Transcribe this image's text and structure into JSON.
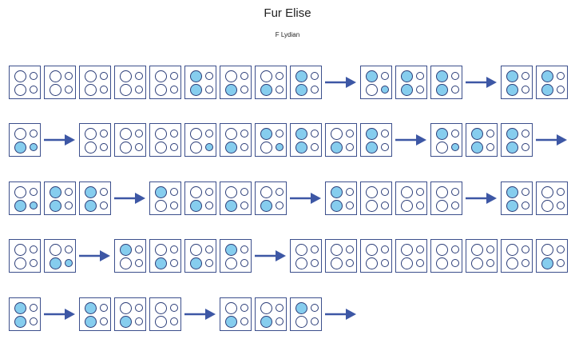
{
  "title": "Fur Elise",
  "subtitle": "F Lydian",
  "colors": {
    "filled": "#86cdee",
    "outline": "#2b3d78",
    "arrow": "#3d57a5"
  },
  "rows": [
    {
      "items": [
        {
          "type": "cell",
          "dots": [
            0,
            0,
            0,
            0
          ]
        },
        {
          "type": "cell",
          "dots": [
            0,
            0,
            0,
            0
          ]
        },
        {
          "type": "cell",
          "dots": [
            0,
            0,
            0,
            0
          ]
        },
        {
          "type": "cell",
          "dots": [
            0,
            0,
            0,
            0
          ]
        },
        {
          "type": "cell",
          "dots": [
            0,
            0,
            0,
            0
          ]
        },
        {
          "type": "cell",
          "dots": [
            1,
            0,
            1,
            0
          ]
        },
        {
          "type": "cell",
          "dots": [
            0,
            0,
            1,
            0
          ]
        },
        {
          "type": "cell",
          "dots": [
            0,
            0,
            1,
            0
          ]
        },
        {
          "type": "cell",
          "dots": [
            1,
            0,
            1,
            0
          ]
        },
        {
          "type": "arrow"
        },
        {
          "type": "cell",
          "dots": [
            1,
            0,
            0,
            1
          ]
        },
        {
          "type": "cell",
          "dots": [
            1,
            0,
            1,
            0
          ]
        },
        {
          "type": "cell",
          "dots": [
            1,
            0,
            1,
            0
          ]
        },
        {
          "type": "arrow"
        },
        {
          "type": "cell",
          "dots": [
            1,
            0,
            1,
            0
          ]
        },
        {
          "type": "cell",
          "dots": [
            1,
            0,
            1,
            0
          ]
        }
      ]
    },
    {
      "items": [
        {
          "type": "cell",
          "dots": [
            0,
            0,
            1,
            1
          ]
        },
        {
          "type": "arrow"
        },
        {
          "type": "cell",
          "dots": [
            0,
            0,
            0,
            0
          ]
        },
        {
          "type": "cell",
          "dots": [
            0,
            0,
            0,
            0
          ]
        },
        {
          "type": "cell",
          "dots": [
            0,
            0,
            0,
            0
          ]
        },
        {
          "type": "cell",
          "dots": [
            0,
            0,
            0,
            1
          ]
        },
        {
          "type": "cell",
          "dots": [
            0,
            0,
            1,
            0
          ]
        },
        {
          "type": "cell",
          "dots": [
            1,
            0,
            0,
            1
          ]
        },
        {
          "type": "cell",
          "dots": [
            1,
            0,
            1,
            0
          ]
        },
        {
          "type": "cell",
          "dots": [
            0,
            0,
            1,
            0
          ]
        },
        {
          "type": "cell",
          "dots": [
            1,
            0,
            1,
            0
          ]
        },
        {
          "type": "arrow"
        },
        {
          "type": "cell",
          "dots": [
            1,
            0,
            0,
            1
          ]
        },
        {
          "type": "cell",
          "dots": [
            1,
            0,
            1,
            0
          ]
        },
        {
          "type": "cell",
          "dots": [
            1,
            0,
            1,
            0
          ]
        },
        {
          "type": "arrow"
        }
      ]
    },
    {
      "items": [
        {
          "type": "cell",
          "dots": [
            0,
            0,
            1,
            1
          ]
        },
        {
          "type": "cell",
          "dots": [
            1,
            0,
            1,
            0
          ]
        },
        {
          "type": "cell",
          "dots": [
            1,
            0,
            1,
            0
          ]
        },
        {
          "type": "arrow"
        },
        {
          "type": "cell",
          "dots": [
            1,
            0,
            0,
            0
          ]
        },
        {
          "type": "cell",
          "dots": [
            0,
            0,
            1,
            0
          ]
        },
        {
          "type": "cell",
          "dots": [
            0,
            0,
            1,
            0
          ]
        },
        {
          "type": "cell",
          "dots": [
            0,
            0,
            1,
            0
          ]
        },
        {
          "type": "arrow"
        },
        {
          "type": "cell",
          "dots": [
            1,
            0,
            1,
            0
          ]
        },
        {
          "type": "cell",
          "dots": [
            0,
            0,
            0,
            0
          ]
        },
        {
          "type": "cell",
          "dots": [
            0,
            0,
            0,
            0
          ]
        },
        {
          "type": "cell",
          "dots": [
            0,
            0,
            0,
            0
          ]
        },
        {
          "type": "arrow"
        },
        {
          "type": "cell",
          "dots": [
            1,
            0,
            1,
            0
          ]
        },
        {
          "type": "cell",
          "dots": [
            0,
            0,
            0,
            0
          ]
        }
      ]
    },
    {
      "items": [
        {
          "type": "cell",
          "dots": [
            0,
            0,
            0,
            0
          ]
        },
        {
          "type": "cell",
          "dots": [
            0,
            0,
            1,
            1
          ]
        },
        {
          "type": "arrow"
        },
        {
          "type": "cell",
          "dots": [
            1,
            0,
            0,
            0
          ]
        },
        {
          "type": "cell",
          "dots": [
            0,
            0,
            1,
            0
          ]
        },
        {
          "type": "cell",
          "dots": [
            0,
            0,
            1,
            0
          ]
        },
        {
          "type": "cell",
          "dots": [
            1,
            0,
            0,
            0
          ]
        },
        {
          "type": "arrow"
        },
        {
          "type": "cell",
          "dots": [
            0,
            0,
            0,
            0
          ]
        },
        {
          "type": "cell",
          "dots": [
            0,
            0,
            0,
            0
          ]
        },
        {
          "type": "cell",
          "dots": [
            0,
            0,
            0,
            0
          ]
        },
        {
          "type": "cell",
          "dots": [
            0,
            0,
            0,
            0
          ]
        },
        {
          "type": "cell",
          "dots": [
            0,
            0,
            0,
            0
          ]
        },
        {
          "type": "cell",
          "dots": [
            0,
            0,
            0,
            0
          ]
        },
        {
          "type": "cell",
          "dots": [
            0,
            0,
            0,
            0
          ]
        },
        {
          "type": "cell",
          "dots": [
            0,
            0,
            1,
            0
          ]
        }
      ]
    },
    {
      "items": [
        {
          "type": "cell",
          "dots": [
            1,
            0,
            1,
            0
          ]
        },
        {
          "type": "arrow"
        },
        {
          "type": "cell",
          "dots": [
            1,
            0,
            1,
            0
          ]
        },
        {
          "type": "cell",
          "dots": [
            0,
            0,
            1,
            0
          ]
        },
        {
          "type": "cell",
          "dots": [
            0,
            0,
            0,
            0
          ]
        },
        {
          "type": "arrow"
        },
        {
          "type": "cell",
          "dots": [
            0,
            0,
            1,
            0
          ]
        },
        {
          "type": "cell",
          "dots": [
            0,
            0,
            1,
            0
          ]
        },
        {
          "type": "cell",
          "dots": [
            1,
            0,
            0,
            0
          ]
        },
        {
          "type": "arrow"
        }
      ]
    }
  ]
}
